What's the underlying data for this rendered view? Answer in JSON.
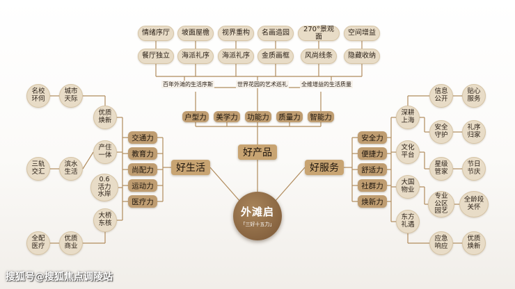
{
  "center": {
    "title": "外滩启",
    "subtitle": "「三好十五力」"
  },
  "hubs": {
    "left": "好生活",
    "top": "好产品",
    "right": "好服务"
  },
  "top_chain": [
    "户型力",
    "美学力",
    "功能力",
    "质量力",
    "智能力"
  ],
  "top_captions": [
    "百年外滩的生活序斯",
    "世界花园的艺术巡礼",
    "全维增益的生活质量"
  ],
  "top_row1": [
    "情绪序厅",
    "坡面屋檐",
    "视界重构",
    "名画造园",
    "270°景观面",
    "空间增益"
  ],
  "top_row2": [
    "餐厅独立",
    "海派礼序",
    "海派礼序",
    "金质画框",
    "风尚线条",
    "隐藏收纳"
  ],
  "left_pills": [
    "交通力",
    "教育力",
    "尚配力",
    "运动力",
    "医疗力"
  ],
  "left_inner": [
    "优质\n焕新",
    "产住\n一体",
    "滨水\n生活",
    "0.6\n活力\n水岸",
    "大桥\n东核"
  ],
  "left_outer": [
    "名校\n环伺",
    "城市\n天际",
    "三轨\n交汇",
    "全配\n医疗",
    "优质\n商业"
  ],
  "right_pills": [
    "安全力",
    "便捷力",
    "舒适力",
    "社群力",
    "焕新力"
  ],
  "right_inner": [
    "深耕\n上海",
    "文化\n平台",
    "大国\n物业",
    "东方\n礼遇"
  ],
  "right_outer": [
    "信息\n公开",
    "贴心\n服务",
    "安全\n守护",
    "礼序\n归家",
    "星级\n管家",
    "节日\n节庆",
    "专业\n公区\n园艺",
    "全龄段\n关怀",
    "应急\n响应",
    "优质\n焕新"
  ],
  "watermark": "搜狐号@搜狐焦点调陵站",
  "colors": {
    "pill": "#bf9d71",
    "node": "#e8dcc7",
    "line": "#b08b5c",
    "center": "#8a6440"
  }
}
